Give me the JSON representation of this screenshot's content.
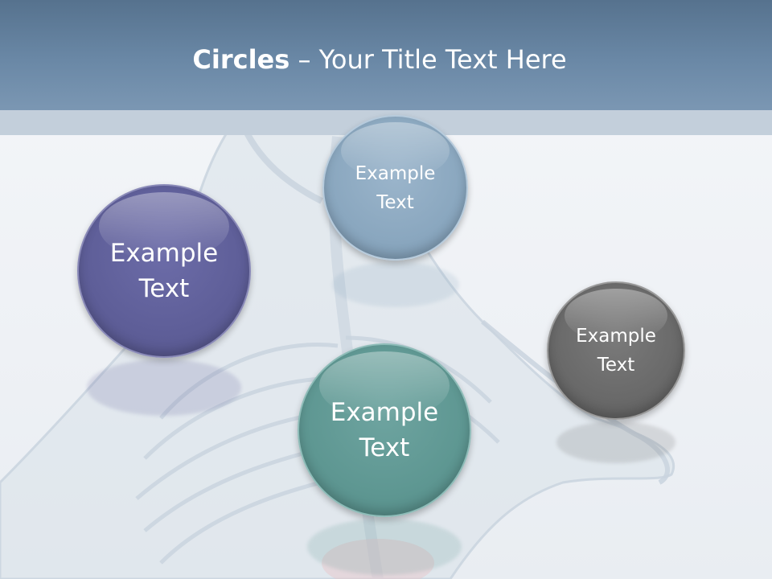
{
  "title": {
    "bold": "Circles",
    "rest": " – Your Title Text Here"
  },
  "circles": [
    {
      "label": "Example\nText",
      "color": "#5e5e98"
    },
    {
      "label": "Example\nText",
      "color": "#8aa7bf"
    },
    {
      "label": "Example\nText",
      "color": "#5e9792"
    },
    {
      "label": "Example\nText",
      "color": "#696969"
    }
  ]
}
